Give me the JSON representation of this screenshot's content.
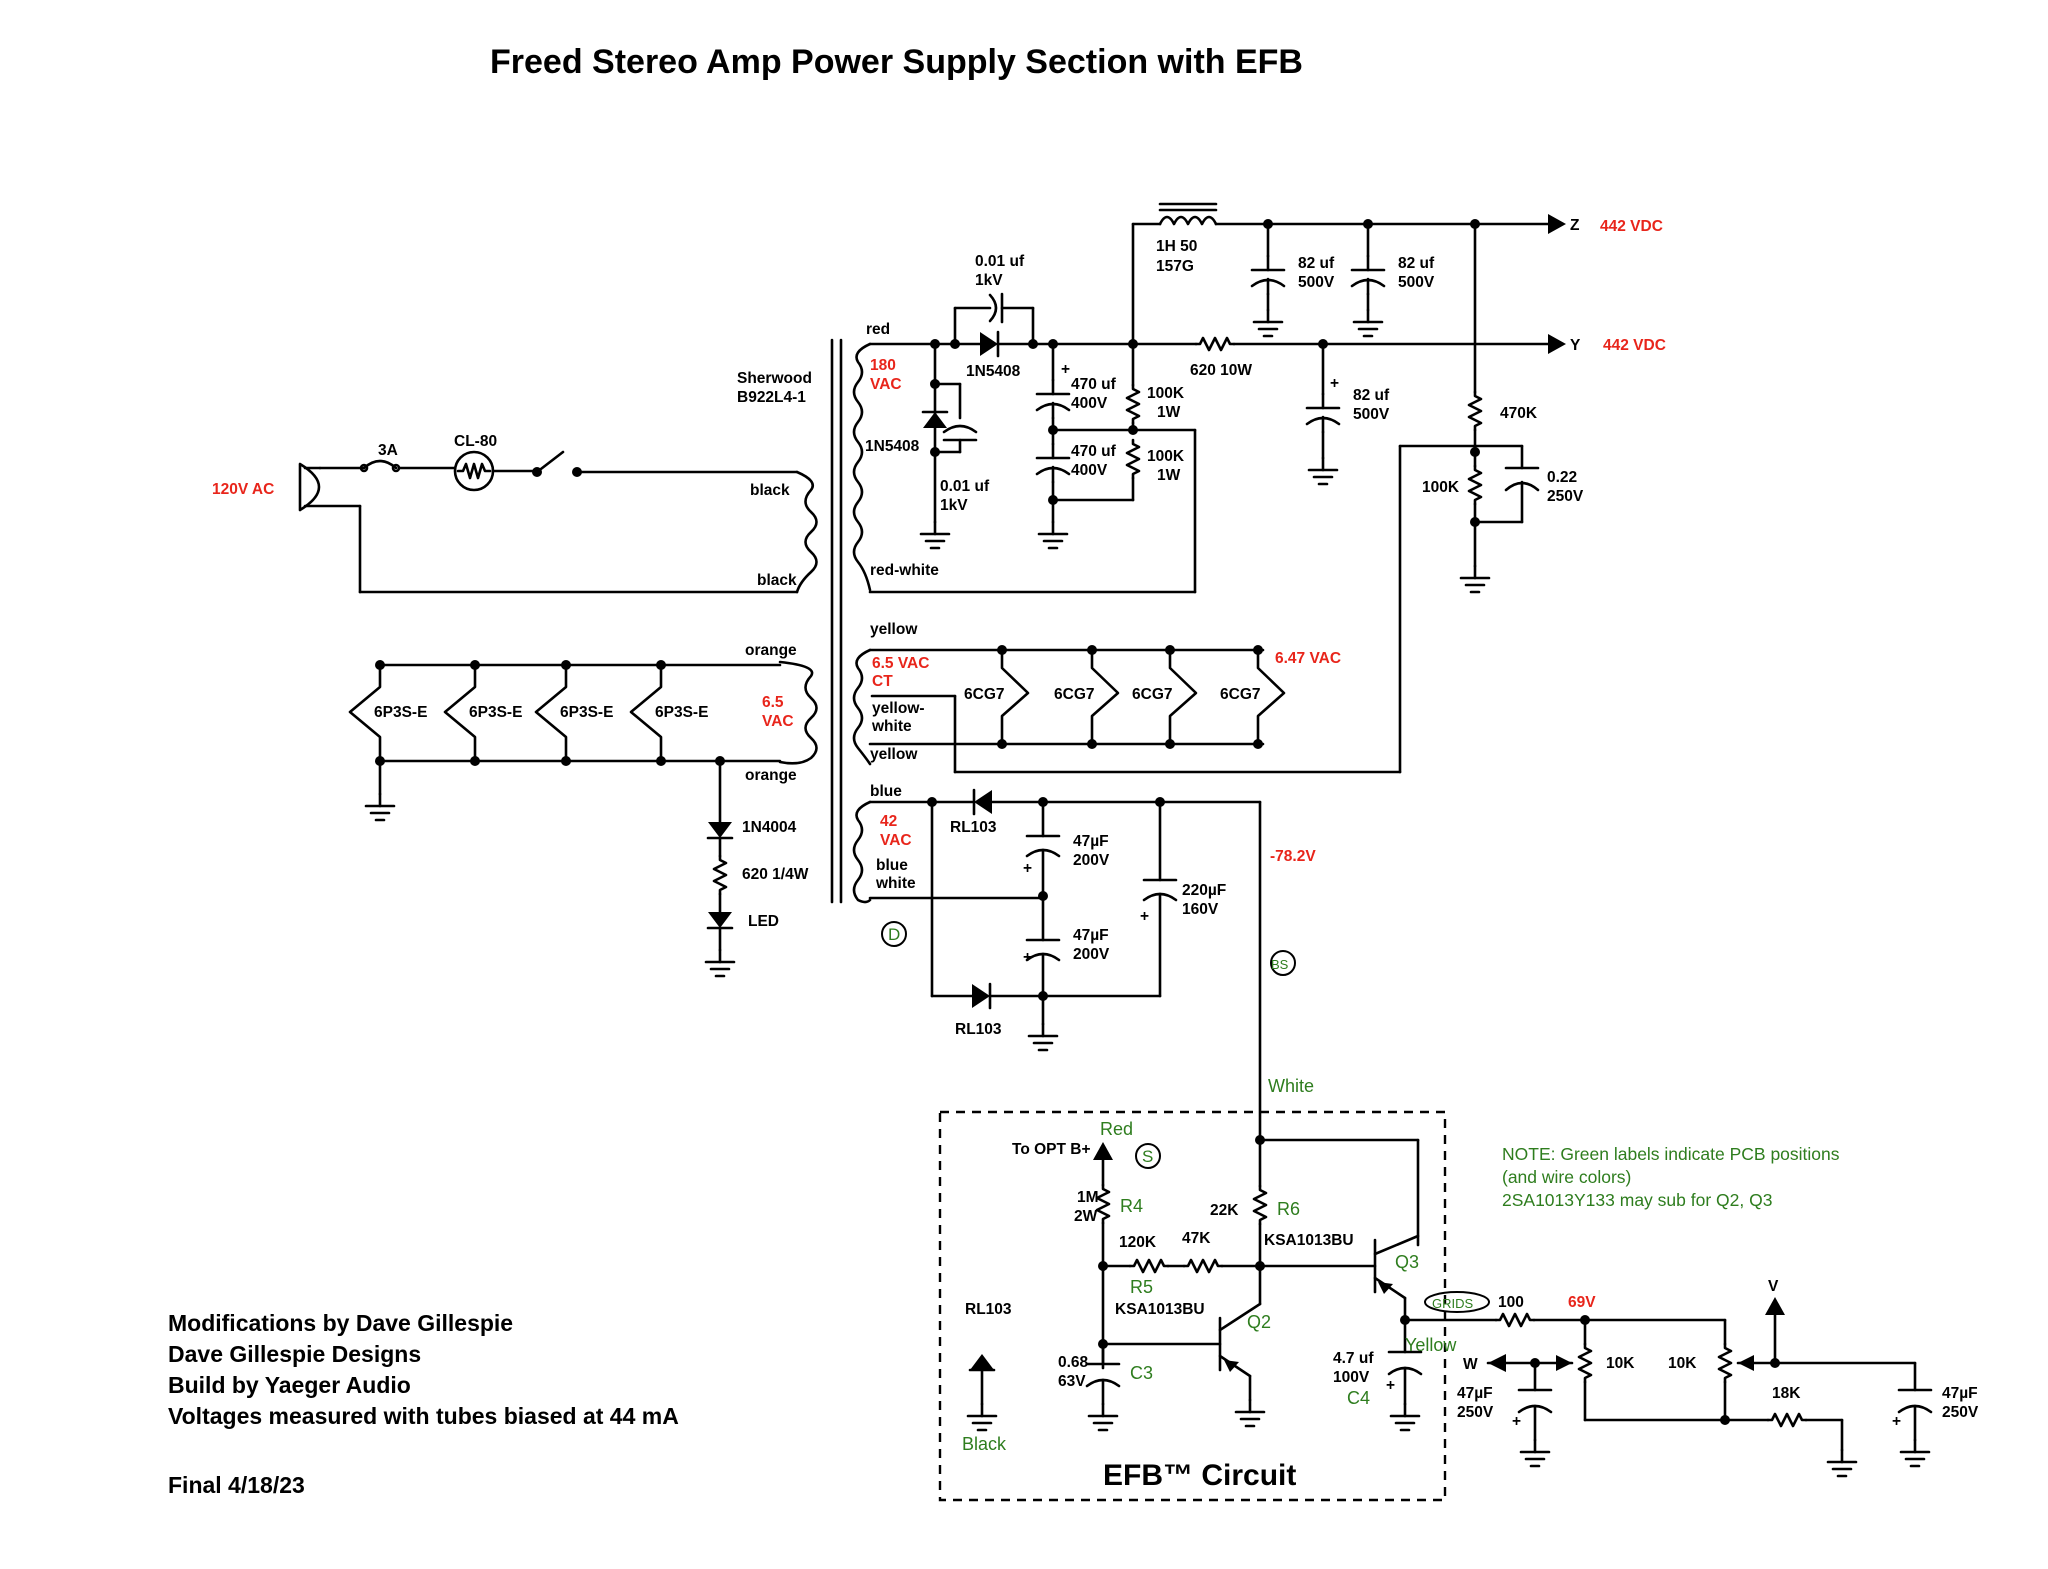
{
  "title": "Freed Stereo Amp Power Supply Section with EFB",
  "credits": [
    "Modifications by Dave Gillespie",
    "Dave Gillespie Designs",
    "Build by Yaeger Audio",
    "Voltages measured with tubes biased at 44 mA"
  ],
  "final_date": "Final 4/18/23",
  "efb_title": "EFB™ Circuit",
  "note": [
    "NOTE:   Green labels indicate PCB positions",
    "(and wire colors)",
    "2SA1013Y133 may sub for Q2, Q3"
  ],
  "voltages": {
    "ac_in": "120V AC",
    "hv_sec": [
      "180",
      "VAC"
    ],
    "fil_left": [
      "6.5",
      "VAC"
    ],
    "fil_right": [
      "6.5 VAC",
      "CT"
    ],
    "fil_meas": "6.47 VAC",
    "bias_sec": [
      "42",
      "VAC"
    ],
    "neg_bias": "-78.2V",
    "z_out": "442 VDC",
    "y_out": "442 VDC",
    "grids_v": "69V"
  },
  "labels": {
    "fuse": "3A",
    "thermistor": "CL-80",
    "transformer": [
      "Sherwood",
      "B922L4-1"
    ],
    "red": "red",
    "black1": "black",
    "black2": "black",
    "red_white": "red-white",
    "yellow1": "yellow",
    "yellow_white": [
      "yellow-",
      "white"
    ],
    "yellow2": "yellow",
    "orange1": "orange",
    "orange2": "orange",
    "blue": "blue",
    "blue_white": [
      "blue",
      "white"
    ],
    "cap_snub1": [
      "0.01 uf",
      "1kV"
    ],
    "cap_snub2": [
      "0.01 uf",
      "1kV"
    ],
    "diode_hv1": "1N5408",
    "diode_hv2": "1N5408",
    "cap_470a": [
      "470 uf",
      "400V"
    ],
    "cap_470b": [
      "470 uf",
      "400V"
    ],
    "res_100k_a": [
      "100K",
      "1W"
    ],
    "res_100k_b": [
      "100K",
      "1W"
    ],
    "choke": [
      "1H  50",
      "157G"
    ],
    "cap_82a": [
      "82 uf",
      "500V"
    ],
    "cap_82b": [
      "82 uf",
      "500V"
    ],
    "cap_82c": [
      "82 uf",
      "500V"
    ],
    "res_620": "620 10W",
    "out_z": "Z",
    "out_y": "Y",
    "res_470k": "470K",
    "res_100k_c": "100K",
    "cap_022": [
      "0.22",
      "250V"
    ],
    "tubes_power": [
      "6P3S-E",
      "6P3S-E",
      "6P3S-E",
      "6P3S-E"
    ],
    "tubes_small": [
      "6CG7",
      "6CG7",
      "6CG7",
      "6CG7"
    ],
    "diode_led": "1N4004",
    "res_led": "620 1/4W",
    "led": "LED",
    "rl103_a": "RL103",
    "rl103_b": "RL103",
    "rl103_c": "RL103",
    "cap_47u_a": [
      "47µF",
      "200V"
    ],
    "cap_47u_b": [
      "47µF",
      "200V"
    ],
    "cap_220u": [
      "220µF",
      "160V"
    ],
    "pcb_d": "D",
    "pcb_bs": "BS",
    "pcb_s": "S",
    "pcb_white": "White",
    "pcb_red": "Red",
    "to_opt": "To OPT B+",
    "r4_val": [
      "1M",
      "2W"
    ],
    "r4": "R4",
    "r6_val": "22K",
    "r6": "R6",
    "r5_val": "120K",
    "r5": "R5",
    "r_47k": "47K",
    "q3_type": "KSA1013BU",
    "q3": "Q3",
    "q2_type": "KSA1013BU",
    "q2": "Q2",
    "c3_val": [
      "0.68",
      "63V"
    ],
    "c3": "C3",
    "c4_val": [
      "4.7 uf",
      "100V"
    ],
    "c4": "C4",
    "pcb_black": "Black",
    "pcb_yellow": "Yellow",
    "grids": "GRIDS",
    "res_100": "100",
    "out_v": "V",
    "out_w": "W",
    "pot_a": "10K",
    "pot_b": "10K",
    "res_18k": "18K",
    "cap_47u_c": [
      "47µF",
      "250V"
    ],
    "cap_47u_d": [
      "47µF",
      "250V"
    ]
  }
}
